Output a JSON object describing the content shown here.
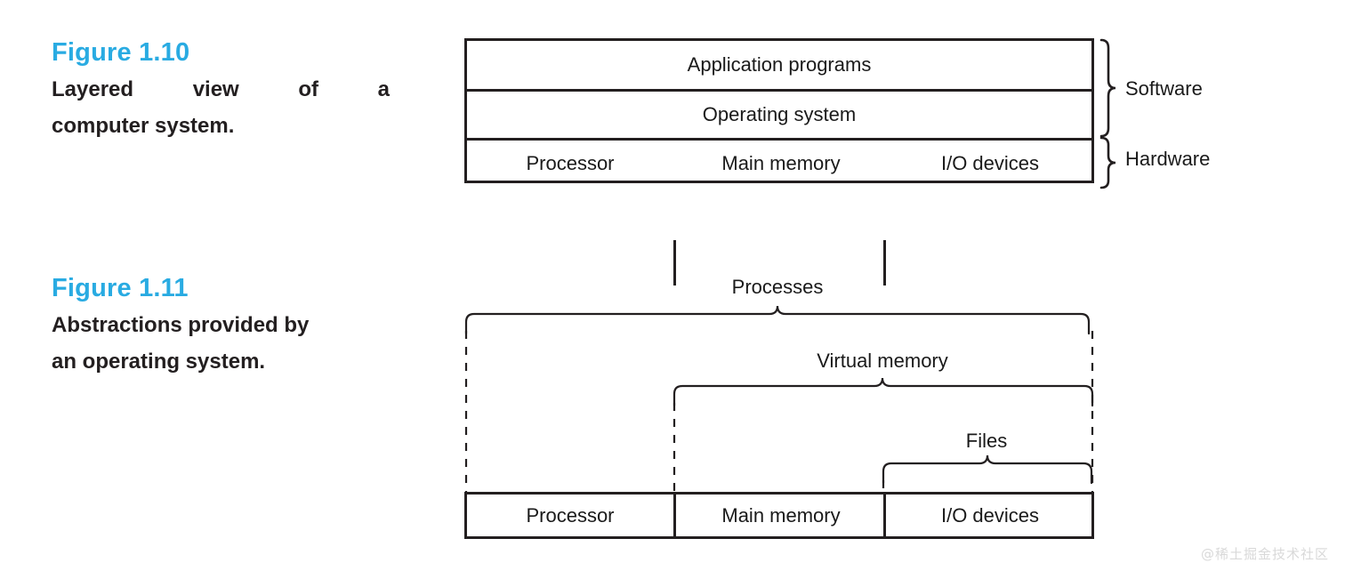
{
  "figures": [
    {
      "id": "figure-1-10",
      "number": "Figure 1.10",
      "caption_line1": "Layered view of a",
      "caption_line2": "computer system.",
      "caption_full": "Layered view of a computer system.",
      "layers": [
        {
          "label": "Application programs"
        },
        {
          "label": "Operating system"
        }
      ],
      "hardware_cells": [
        {
          "label": "Processor"
        },
        {
          "label": "Main memory"
        },
        {
          "label": "I/O devices"
        }
      ],
      "brace_labels": [
        {
          "label": "Software",
          "spans": "Application programs, Operating system"
        },
        {
          "label": "Hardware",
          "spans": "Processor, Main memory, I/O devices"
        }
      ]
    },
    {
      "id": "figure-1-11",
      "number": "Figure 1.11",
      "caption_line1": "Abstractions provided by",
      "caption_line2": "an operating system.",
      "caption_full": "Abstractions provided by an operating system.",
      "abstraction_labels": [
        {
          "label": "Processes",
          "spans": "Processor, Main memory, I/O devices"
        },
        {
          "label": "Virtual memory",
          "spans": "Main memory, I/O devices"
        },
        {
          "label": "Files",
          "spans": "I/O devices"
        }
      ],
      "hardware_cells": [
        {
          "label": "Processor"
        },
        {
          "label": "Main memory"
        },
        {
          "label": "I/O devices"
        }
      ]
    }
  ],
  "watermark": {
    "text": "@稀土掘金技术社区"
  },
  "colors": {
    "figure_number": "#29abe2",
    "text": "#231f20",
    "rule": "#231f20",
    "background": "#ffffff",
    "watermark": "#d9d9d9"
  }
}
